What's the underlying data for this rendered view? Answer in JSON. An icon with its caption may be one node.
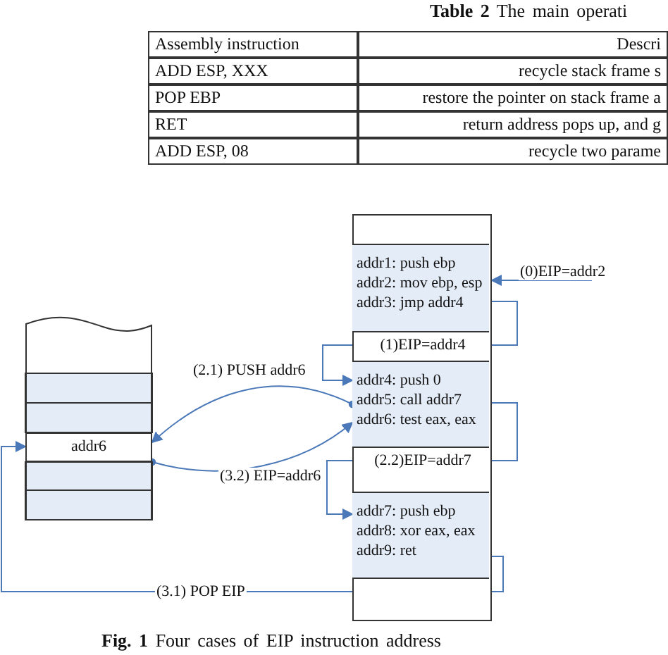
{
  "diagram": {
    "title": "**Table 2** The main operati",
    "caption": "**Fig. 1** Four cases of EIP instruction address",
    "nodes": [
      {
        "text": [],
        "shape": "box"
      },
      {
        "text": [
          "addr6"
        ],
        "in": 0
      },
      {
        "text": [],
        "shape": "box"
      },
      {
        "text": [
          "addr1: push ebp",
          "addr2: mov ebp, esp",
          "addr3: jmp addr4"
        ],
        "in": 2
      },
      {
        "text": [
          "addr4: push 0",
          "addr5: call addr7",
          "addr6: test eax, eax"
        ],
        "in": 2
      },
      {
        "text": [
          "addr7: push ebp",
          "addr8: xor eax, eax",
          "addr9: ret"
        ],
        "in": 2
      }
    ],
    "edges": [
      {
        "from": null,
        "to": 3,
        "arrow": "to",
        "label": "(0)EIP=addr2"
      },
      {
        "from": 3,
        "to": 4,
        "arrow": "to",
        "label": "(1)EIP=addr4"
      },
      {
        "from": 4,
        "to": 1,
        "arrow": "to",
        "label": "(2.1) PUSH addr6"
      },
      {
        "from": 4,
        "to": 5,
        "arrow": "to",
        "label": "(2.2)EIP=addr7"
      },
      {
        "from": 1,
        "to": 4,
        "arrow": "to",
        "label": "(3.2) EIP=addr6"
      },
      {
        "from": 5,
        "to": 1,
        "arrow": "to",
        "label": "(3.1) POP EIP"
      }
    ],
    "labels": [
      "Assembly instruction",
      "Descri",
      "ADD ESP, XXX",
      "recycle stack frame s",
      "POP EBP",
      "restore the pointer on stack frame a",
      "RET",
      "return address pops up, and g",
      "ADD ESP, 08",
      "recycle two parame"
    ]
  }
}
